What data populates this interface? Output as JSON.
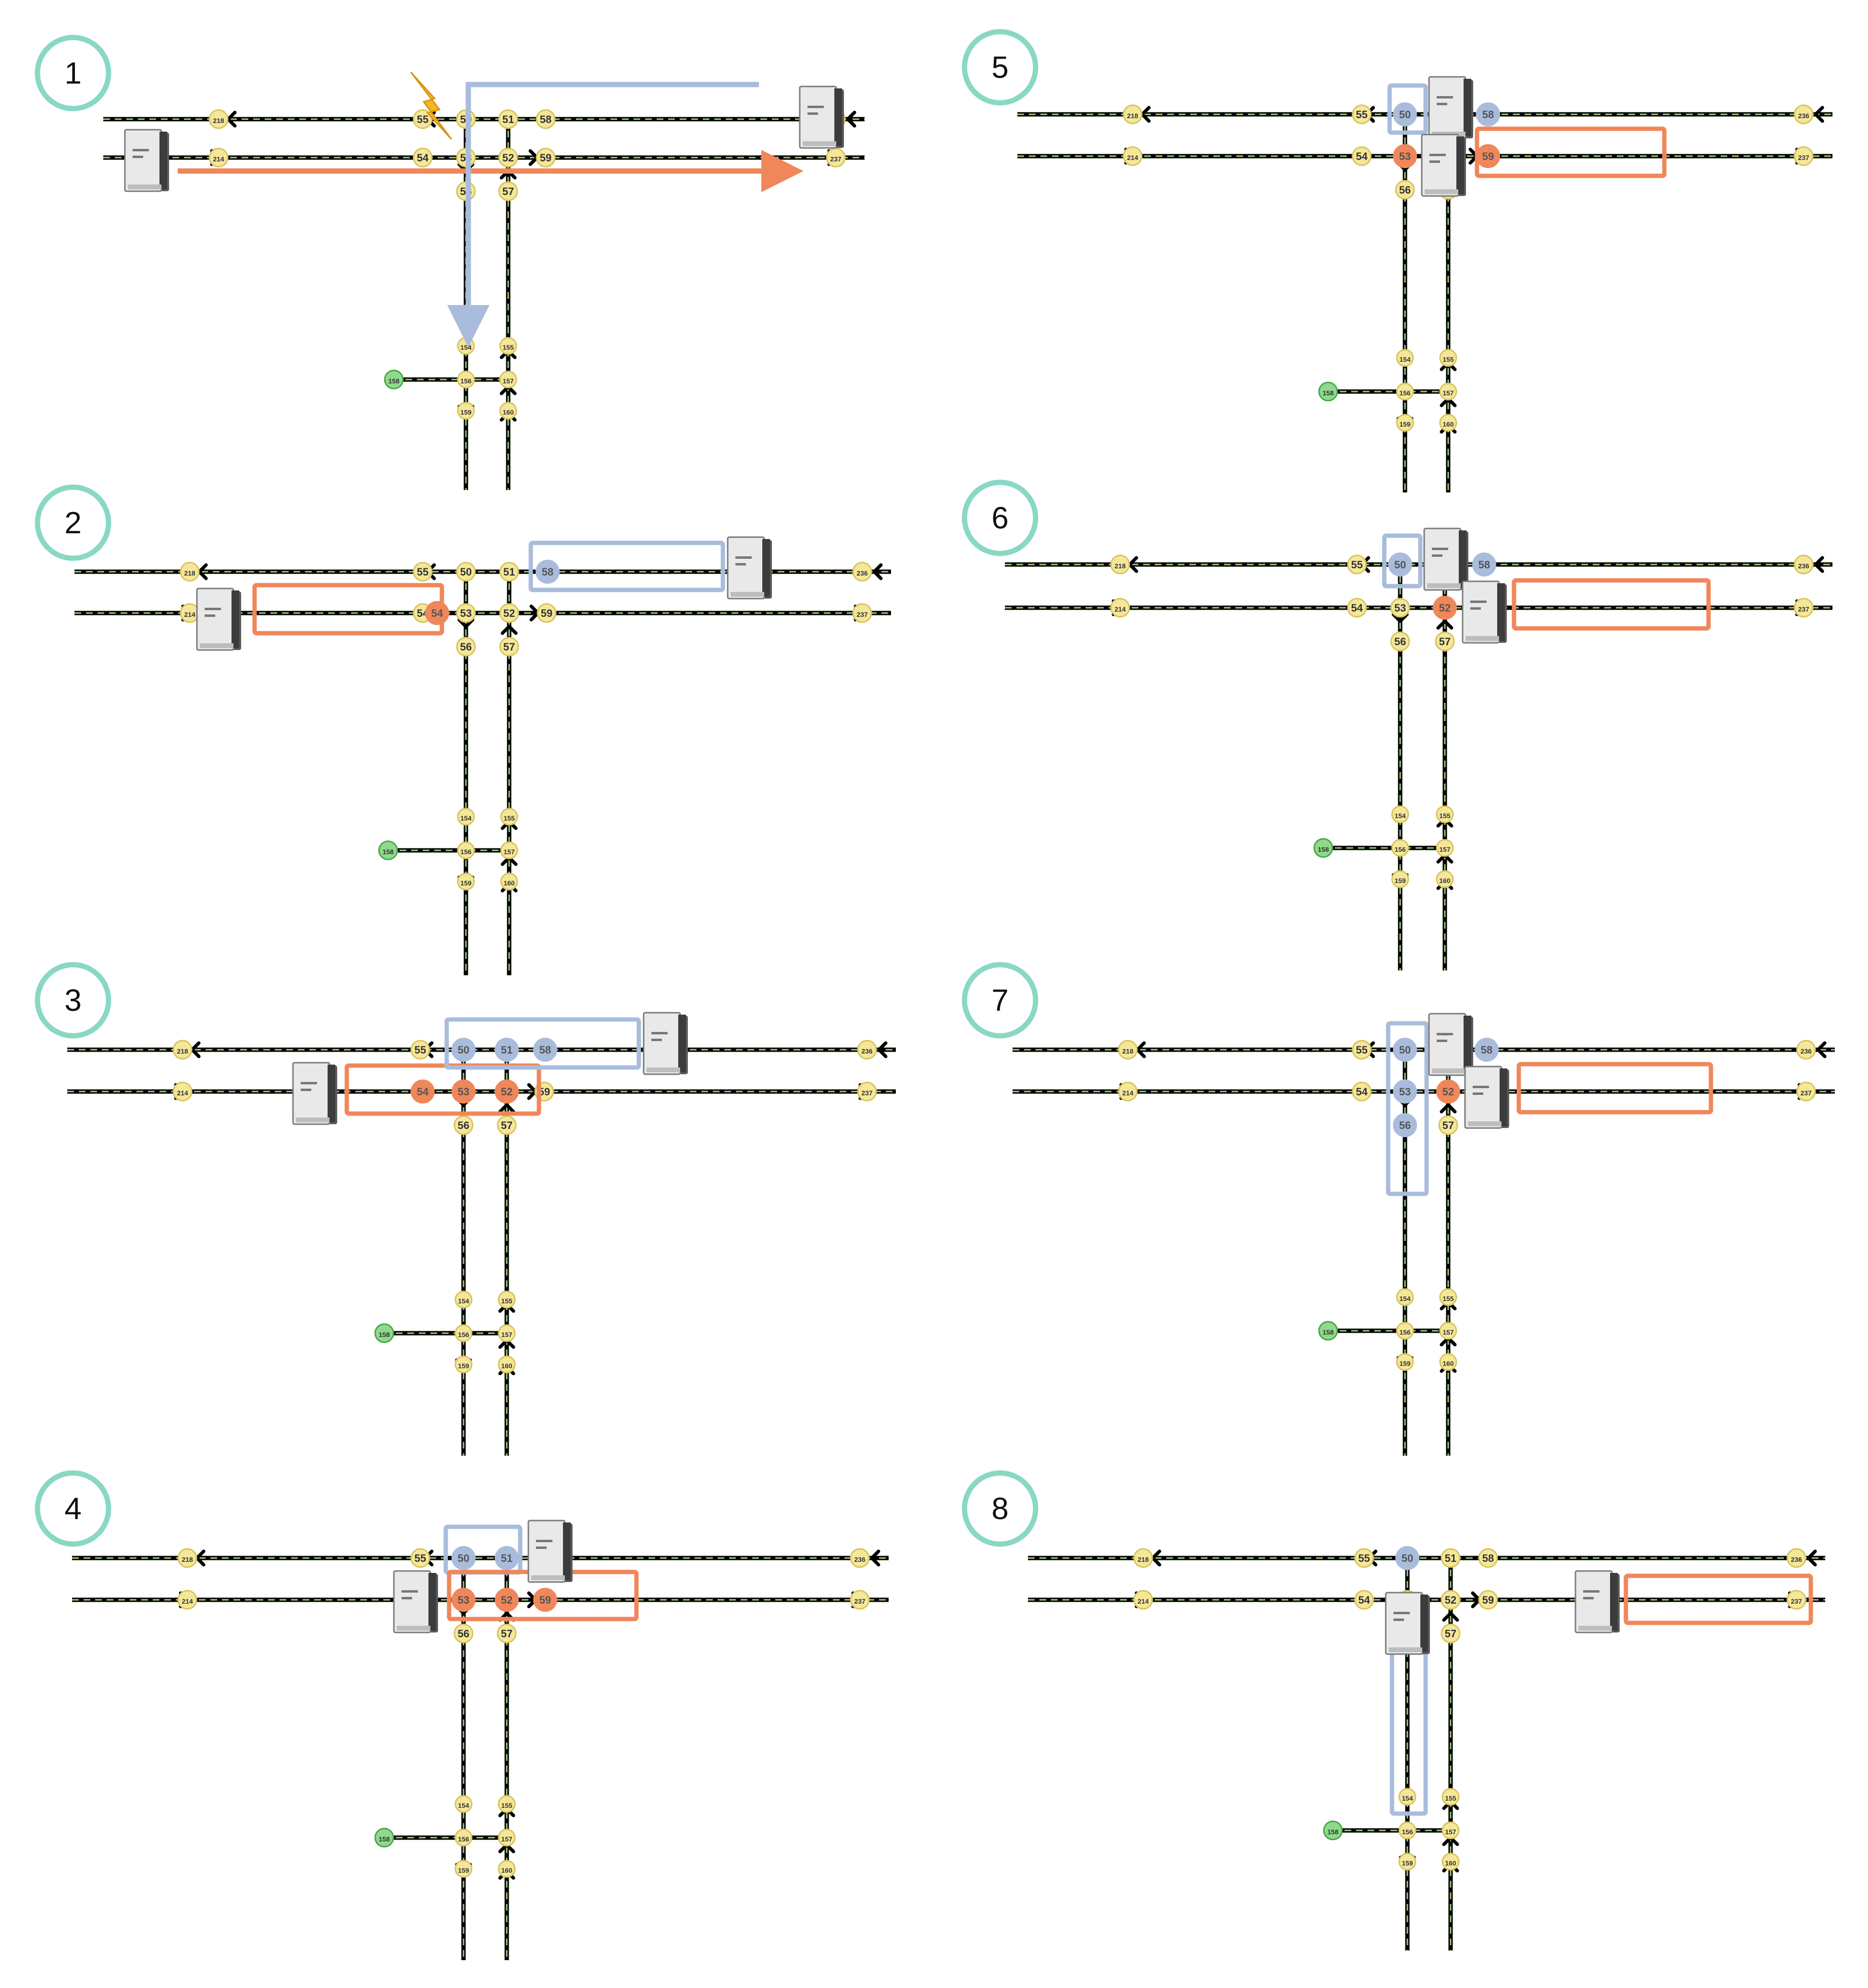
{
  "colors": {
    "badge_ring": "#8ad8c4",
    "track_line": "#000000",
    "track_dash": "#9ccc7a",
    "node_fill": "#f5e79a",
    "node_stroke": "#d8c45a",
    "green_node_fill": "#8fd98c",
    "green_node_stroke": "#4aa64a",
    "robot_a": "#f0875a",
    "robot_b": "#a9bcdc",
    "warning": "#f7b81c"
  },
  "labels": {
    "row_top_left": "218",
    "row_top_right": "236",
    "row_bottom_left": "214",
    "row_bottom_right": "237",
    "n50": "50",
    "n51": "51",
    "n52": "52",
    "n53": "53",
    "n54": "54",
    "n55": "55",
    "n56": "56",
    "n57": "57",
    "n58": "58",
    "n59": "59",
    "n154": "154",
    "n155": "155",
    "n156": "156",
    "n157": "157",
    "n158": "158",
    "n159": "159",
    "n160": "160"
  },
  "panels": [
    {
      "id": 1,
      "badge": "1",
      "icons": [
        "lightning-icon",
        "robot-icon",
        "robot-icon"
      ],
      "highlights": [
        "path-arrow-orange",
        "path-arrow-blue"
      ]
    },
    {
      "id": 2,
      "badge": "2",
      "icons": [
        "robot-icon",
        "robot-icon"
      ],
      "highlights": [
        "reserved-zone-orange",
        "reserved-zone-blue"
      ]
    },
    {
      "id": 3,
      "badge": "3",
      "icons": [
        "robot-icon",
        "robot-icon"
      ],
      "highlights": [
        "reserved-zone-orange",
        "reserved-zone-blue"
      ]
    },
    {
      "id": 4,
      "badge": "4",
      "icons": [
        "robot-icon",
        "robot-icon"
      ],
      "highlights": [
        "reserved-zone-orange",
        "reserved-zone-blue"
      ]
    },
    {
      "id": 5,
      "badge": "5",
      "icons": [
        "robot-icon",
        "robot-icon"
      ],
      "highlights": [
        "reserved-zone-orange",
        "reserved-zone-blue"
      ]
    },
    {
      "id": 6,
      "badge": "6",
      "icons": [
        "robot-icon",
        "robot-icon"
      ],
      "highlights": [
        "reserved-zone-orange",
        "reserved-zone-blue"
      ]
    },
    {
      "id": 7,
      "badge": "7",
      "icons": [
        "robot-icon",
        "robot-icon"
      ],
      "highlights": [
        "reserved-zone-orange",
        "reserved-zone-blue"
      ]
    },
    {
      "id": 8,
      "badge": "8",
      "icons": [
        "robot-icon",
        "robot-icon"
      ],
      "highlights": [
        "reserved-zone-orange",
        "reserved-zone-blue"
      ]
    }
  ]
}
